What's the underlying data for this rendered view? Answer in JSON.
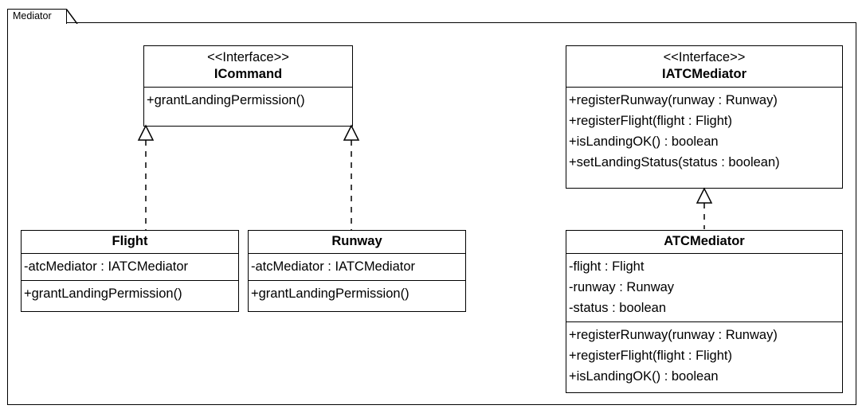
{
  "package": {
    "name": "Mediator"
  },
  "classes": {
    "icommand": {
      "stereotype": "<<Interface>>",
      "name": "ICommand",
      "operations": [
        "+grantLandingPermission()"
      ]
    },
    "iatcmediator": {
      "stereotype": "<<Interface>>",
      "name": "IATCMediator",
      "operations": [
        "+registerRunway(runway : Runway)",
        "+registerFlight(flight : Flight)",
        "+isLandingOK() : boolean",
        "+setLandingStatus(status : boolean)"
      ]
    },
    "flight": {
      "name": "Flight",
      "attributes": [
        "-atcMediator : IATCMediator"
      ],
      "operations": [
        "+grantLandingPermission()"
      ]
    },
    "runway": {
      "name": "Runway",
      "attributes": [
        "-atcMediator : IATCMediator"
      ],
      "operations": [
        "+grantLandingPermission()"
      ]
    },
    "atcmediator": {
      "name": "ATCMediator",
      "attributes": [
        "-flight : Flight",
        "-runway : Runway",
        "-status : boolean"
      ],
      "operations": [
        "+registerRunway(runway : Runway)",
        "+registerFlight(flight : Flight)",
        "+isLandingOK() : boolean"
      ]
    }
  },
  "relations": [
    {
      "name": "flight-realizes-icommand",
      "type": "realization",
      "from": "Flight",
      "to": "ICommand"
    },
    {
      "name": "runway-realizes-icommand",
      "type": "realization",
      "from": "Runway",
      "to": "ICommand"
    },
    {
      "name": "atcmediator-realizes-iatcmediator",
      "type": "realization",
      "from": "ATCMediator",
      "to": "IATCMediator"
    }
  ],
  "colors": {
    "stroke": "#000000",
    "fill": "#ffffff",
    "text": "#000000"
  }
}
